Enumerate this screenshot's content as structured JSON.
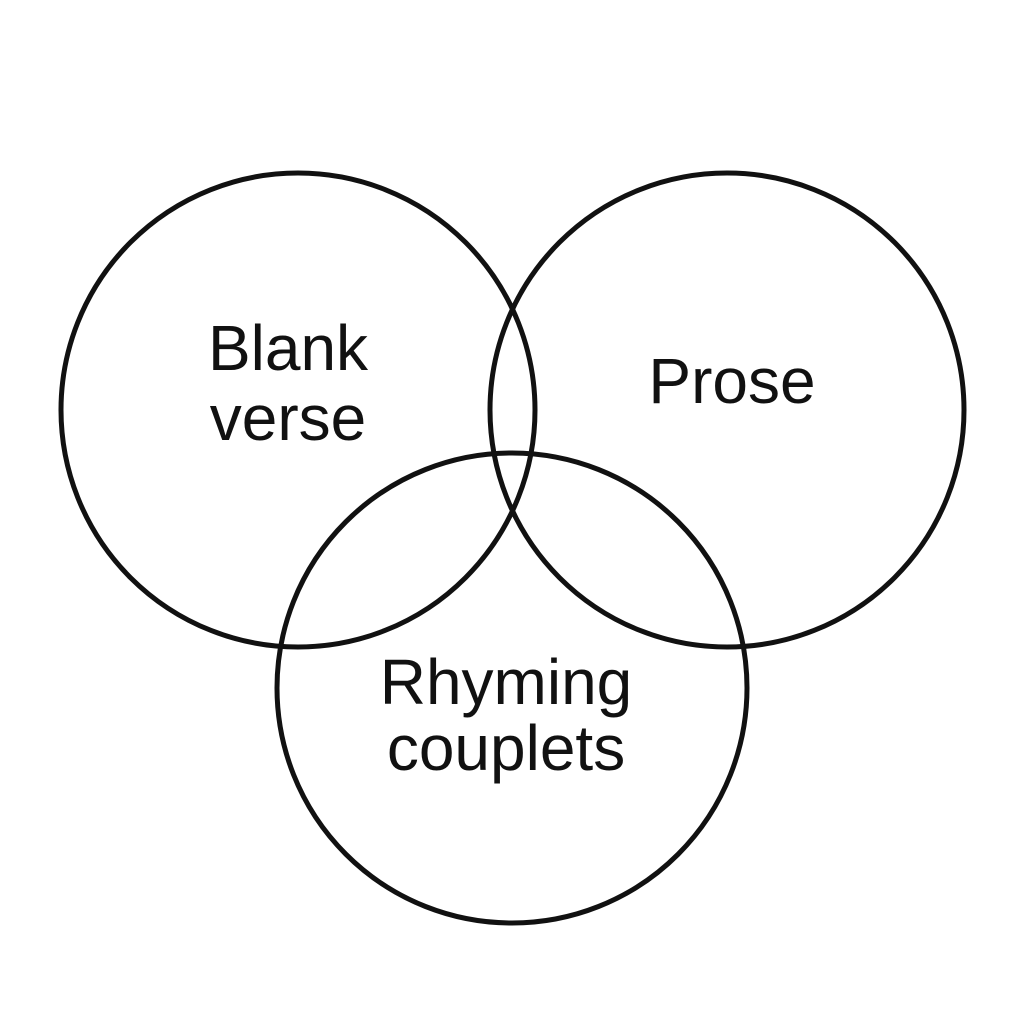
{
  "diagram": {
    "type": "venn",
    "stroke_color": "#111111",
    "text_color": "#111111",
    "background": "#ffffff",
    "sets": [
      {
        "id": "blank-verse",
        "line1": "Blank",
        "line2": "verse"
      },
      {
        "id": "prose",
        "line1": "Prose"
      },
      {
        "id": "rhyming-couplets",
        "line1": "Rhyming",
        "line2": "couplets"
      }
    ]
  }
}
